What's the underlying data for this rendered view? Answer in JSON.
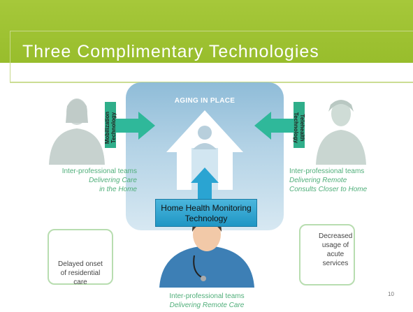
{
  "slide": {
    "title": "Three Complimentary Technologies",
    "page_number": "10"
  },
  "center": {
    "label": "AGING IN PLACE"
  },
  "left": {
    "tag": [
      "Mobilization",
      "Technology"
    ],
    "caption": [
      "Inter-professional teams",
      "Delivering Care",
      "in the Home"
    ]
  },
  "right": {
    "tag": [
      "Telehealth",
      "Technology"
    ],
    "caption": [
      "Inter-professional teams",
      "Delivering Remote",
      "Consults Closer to Home"
    ]
  },
  "bottom": {
    "box": [
      "Home Health Monitoring",
      "Technology"
    ],
    "caption": [
      "Inter-professional teams",
      "Delivering Remote Care"
    ]
  },
  "card_left": {
    "text": [
      "Delayed onset",
      "of residential",
      "care"
    ]
  },
  "card_right": {
    "text": [
      "Decreased",
      "usage of",
      "acute",
      "services"
    ]
  },
  "colors": {
    "header_green": "#9bbf30",
    "text_green": "#4fae79",
    "teal_arrow": "#2fae8a",
    "blue_box": "#2aa4d2"
  }
}
